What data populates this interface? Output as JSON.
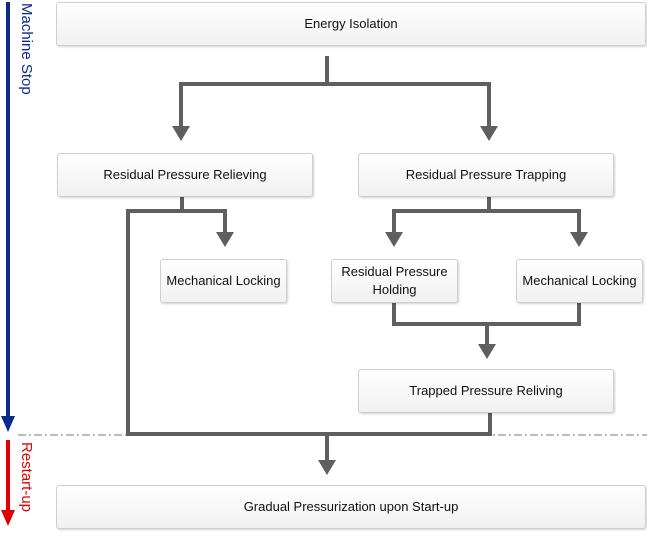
{
  "phases": {
    "stop_label": "Machine Stop",
    "restart_label": "Restart-up",
    "stop_color": "#0b2a8c",
    "restart_color": "#e00000"
  },
  "nodes": {
    "energy_isolation": "Energy Isolation",
    "residual_pressure_relieving": "Residual Pressure Relieving",
    "residual_pressure_trapping": "Residual Pressure Trapping",
    "mechanical_locking_left": "Mechanical Locking",
    "residual_pressure_holding": "Residual Pressure Holding",
    "mechanical_locking_right": "Mechanical Locking",
    "trapped_pressure_reliving": "Trapped Pressure Reliving",
    "gradual_pressurization": "Gradual Pressurization upon Start-up"
  },
  "connector_color": "#5f5f5f"
}
